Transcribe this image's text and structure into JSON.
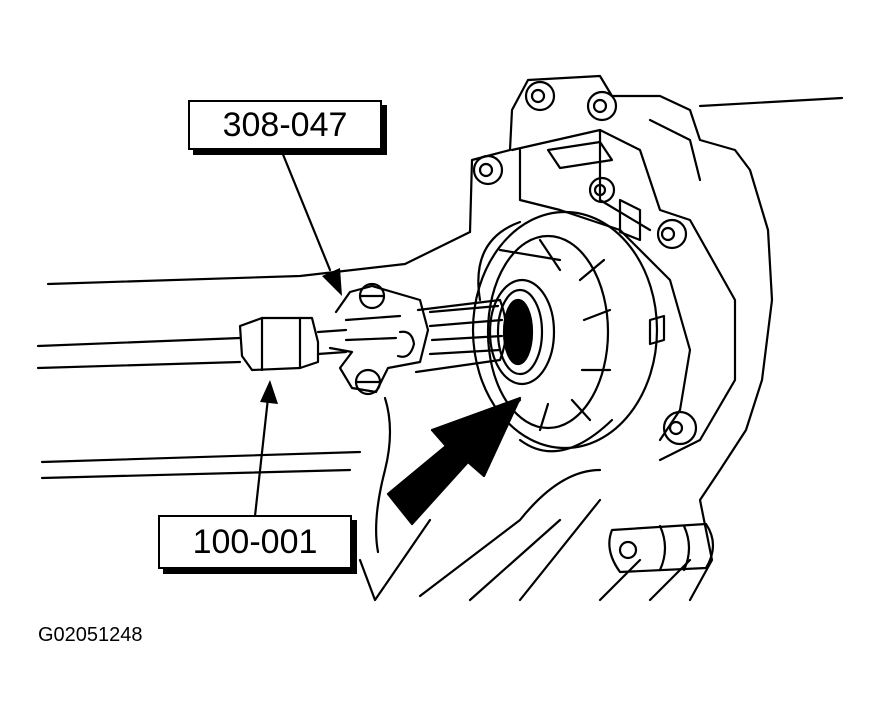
{
  "callouts": {
    "top": "308-047",
    "bottom": "100-001"
  },
  "figure_id": "G02051248",
  "colors": {
    "ink": "#000000",
    "paper": "#ffffff"
  }
}
